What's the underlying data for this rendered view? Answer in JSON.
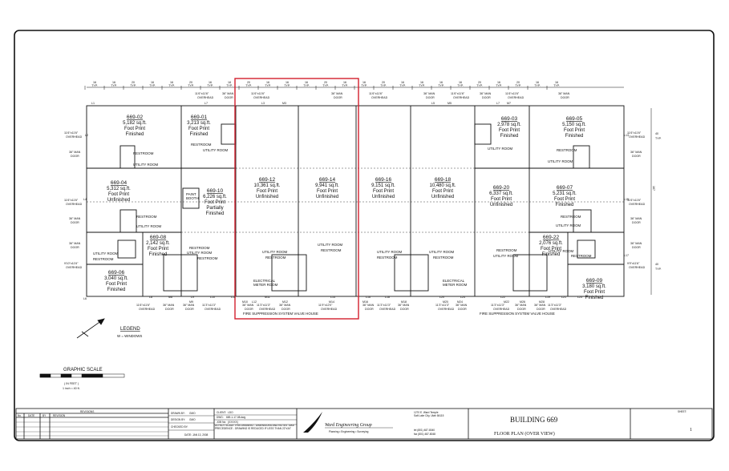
{
  "dimensions_top": [
    "16",
    "TYP.",
    "16",
    "TYP.",
    "20",
    "TYP.",
    "16",
    "TYP.",
    "16",
    "TYP.",
    "20",
    "TYP.",
    "16",
    "TYP.",
    "18",
    "TYP.",
    "20",
    "TYP.",
    "16",
    "TYP.",
    "16",
    "TYP.",
    "16",
    "TYP.",
    "20",
    "TYP.",
    "16",
    "TYP.",
    "16",
    "TYP.",
    "20",
    "TYP.",
    "16",
    "TYP.",
    "16",
    "TYP.",
    "16",
    "TYP.",
    "16",
    "TYP.",
    "20",
    "TYP.",
    "16",
    "TYP.",
    "20",
    "TYP.",
    "16",
    "TYP.",
    "16",
    "TYP."
  ],
  "dimensions_right": [
    "40",
    "TYP.",
    "167",
    "40",
    "TYP."
  ],
  "units": [
    {
      "id": "669-02",
      "area": "5,182 sq.ft.",
      "l1": "Foot Print",
      "l2": "Finished",
      "l3": ""
    },
    {
      "id": "669-01",
      "area": "3,213 sq.ft.",
      "l1": "Foot Print",
      "l2": "Finished",
      "l3": ""
    },
    {
      "id": "669-04",
      "area": "5,312 sq.ft.",
      "l1": "Foot Print",
      "l2": "Unfinished",
      "l3": ""
    },
    {
      "id": "669-10",
      "area": "6,226 sq.ft.",
      "l1": "Foot Print",
      "l2": "Partially",
      "l3": "Finished"
    },
    {
      "id": "669-08",
      "area": "2,142 sq.ft.",
      "l1": "Foot Print",
      "l2": "Finished",
      "l3": ""
    },
    {
      "id": "669-06",
      "area": "3,040 sq.ft.",
      "l1": "Foot Print",
      "l2": "Finished",
      "l3": ""
    },
    {
      "id": "669-12",
      "area": "10,361 sq.ft.",
      "l1": "Foot Print",
      "l2": "Unfinished",
      "l3": ""
    },
    {
      "id": "669-14",
      "area": "9,941 sq.ft.",
      "l1": "Foot Print",
      "l2": "Unfinished",
      "l3": ""
    },
    {
      "id": "669-16",
      "area": "9,151 sq.ft.",
      "l1": "Foot Print",
      "l2": "Unfinished",
      "l3": ""
    },
    {
      "id": "669-18",
      "area": "10,480 sq.ft.",
      "l1": "Foot Print",
      "l2": "Unfinished",
      "l3": ""
    },
    {
      "id": "669-20",
      "area": "6,337 sq.ft.",
      "l1": "Foot Print",
      "l2": "Unfinished",
      "l3": ""
    },
    {
      "id": "669-03",
      "area": "2,978 sq.ft.",
      "l1": "Foot Print",
      "l2": "Finished",
      "l3": ""
    },
    {
      "id": "669-05",
      "area": "5,150 sq.ft.",
      "l1": "Foot Print",
      "l2": "Finished",
      "l3": ""
    },
    {
      "id": "669-07",
      "area": "5,231 sq.ft.",
      "l1": "Foot Print",
      "l2": "Finished",
      "l3": ""
    },
    {
      "id": "669-22",
      "area": "2,076 sq.ft.",
      "l1": "Foot Print",
      "l2": "Finished",
      "l3": ""
    },
    {
      "id": "669-09",
      "area": "3,180 sq.ft.",
      "l1": "Foot Print",
      "l2": "Finished",
      "l3": ""
    }
  ],
  "room_labels": {
    "restroom": "RESTROOM",
    "utility_room": "UTILITY ROOM",
    "paint_booth_1": "PAINT",
    "paint_booth_2": "BOOTH",
    "electrical_1": "ELECTRICAL",
    "electrical_2": "METER ROOM"
  },
  "door_labels": {
    "man_door_size": "36\" MAN",
    "door": "DOOR",
    "overhead": "OVERHEAD",
    "overhead_size_a": "11'6\"x11'6\"",
    "overhead_size_b": "11'3\"x11'3\"",
    "overhead_size_c": "11'9\"x12'0\"",
    "overhead_size_d": "9'10\"x11'6\"",
    "overhead_size_e": "9'9\"x11'6\""
  },
  "marker_codes": [
    "L7",
    "L3",
    "M3",
    "L5",
    "M5",
    "L7",
    "M7",
    "L8",
    "M8",
    "L9",
    "M9",
    "L10",
    "M10",
    "L11",
    "M11",
    "L12",
    "M12",
    "L14",
    "M14",
    "L16",
    "M16",
    "L18",
    "M18",
    "L20",
    "M20",
    "L22",
    "M22",
    "M24",
    "L24",
    "M26",
    "M28",
    "L1",
    "L2",
    "L4",
    "L6",
    "L13",
    "L15",
    "L17",
    "L19",
    "L21",
    "L23"
  ],
  "fire_suppression": "FIRE SUPPRESSION SYSTEM VALVE HOUSE",
  "legend": {
    "title": "LEGEND",
    "item": "W = WINDOWS"
  },
  "scale": {
    "title": "GRAPHIC SCALE",
    "unit": "( IN FEET )",
    "ratio": "1 inch = 40 ft."
  },
  "title_block": {
    "revisions_header": "REVISIONS",
    "rev_cols": [
      "No.",
      "DATE",
      "BY",
      "REVISION"
    ],
    "drawn_by": "DRAWN BY:",
    "drawn_val": "GMO",
    "design_by": "DESIGN BY:",
    "design_val": "GMO",
    "checked_by": "CHECKED BY:",
    "checked_val": "",
    "date_label": "DATE:",
    "date_val": "JAN 13, 2008",
    "client_label": "CLIENT:",
    "client_val": "LDO",
    "dwg_label": "DWG:",
    "dwg_val": "669-1-17-08.dwg",
    "job_label": "JOB No:",
    "job_val": "(XXXXX)",
    "note": "DO NOT SCALE THIS DRAWING - DIMENSIONS AND NOTES TAKE PRECEDENCE - DRAWING IS REDUCED IF LESS THAN 22\"x34\"",
    "company": "Ward Engineering Group",
    "company_sub": "Planning • Engineering • Surveying",
    "address_1": "1270 E. Ward Temple",
    "address_2": "Salt Lake City, Utah 84115",
    "tel": "tel (801) 487-8040",
    "fax": "fax (801) 487-8048",
    "building": "BUILDING 669",
    "plan": "FLOOR PLAN (OVER VIEW)",
    "sheet_label": "SHEET:",
    "sheet_no": "1"
  },
  "colors": {
    "line": "#111111",
    "highlight": "#d21f2e",
    "paper": "#ffffff"
  }
}
